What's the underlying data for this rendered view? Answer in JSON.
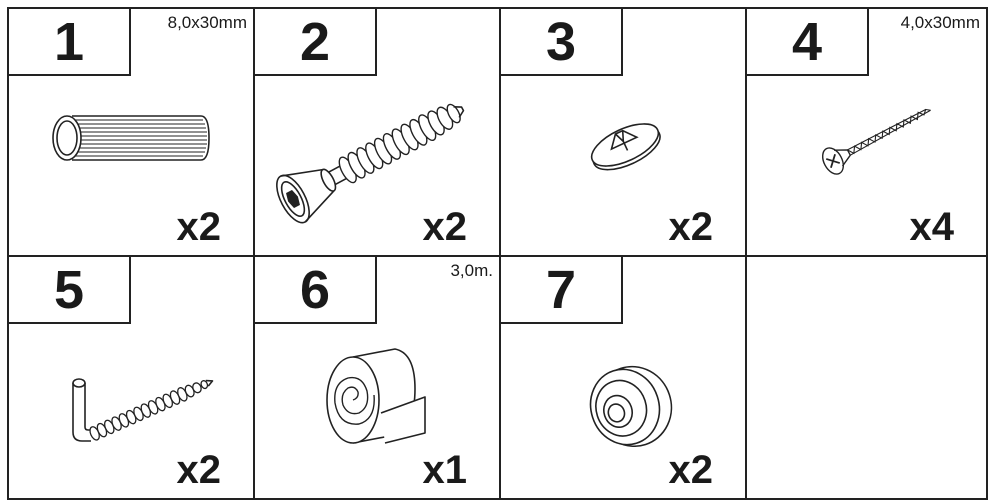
{
  "parts": [
    {
      "number": "1",
      "dimension": "8,0x30mm",
      "quantity": "x2",
      "icon": "dowel-icon"
    },
    {
      "number": "2",
      "dimension": "",
      "quantity": "x2",
      "icon": "cam-bolt-icon"
    },
    {
      "number": "3",
      "dimension": "",
      "quantity": "x2",
      "icon": "cap-cover-icon"
    },
    {
      "number": "4",
      "dimension": "4,0x30mm",
      "quantity": "x4",
      "icon": "wood-screw-icon"
    },
    {
      "number": "5",
      "dimension": "",
      "quantity": "x2",
      "icon": "hook-screw-icon"
    },
    {
      "number": "6",
      "dimension": "3,0m.",
      "quantity": "x1",
      "icon": "felt-tape-roll-icon"
    },
    {
      "number": "7",
      "dimension": "",
      "quantity": "x2",
      "icon": "ring-washer-icon"
    }
  ],
  "colors": {
    "line": "#222222",
    "background": "#ffffff"
  }
}
